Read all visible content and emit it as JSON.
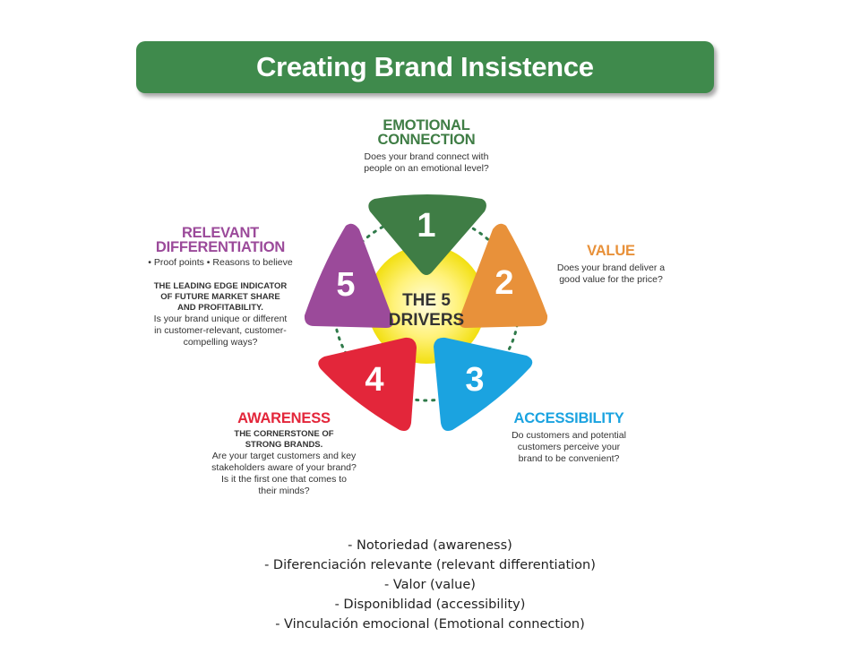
{
  "banner": {
    "title": "Creating Brand Insistence",
    "color": "#3f8a4c"
  },
  "center": {
    "line1": "THE 5",
    "line2": "DRIVERS"
  },
  "drivers": [
    {
      "number": "1",
      "color": "#3f7d45",
      "title_lines": [
        "EMOTIONAL",
        "CONNECTION"
      ],
      "desc_lines": [
        "Does your brand connect with",
        "people on an emotional level?"
      ]
    },
    {
      "number": "2",
      "color": "#e8913a",
      "title_lines": [
        "VALUE"
      ],
      "desc_lines": [
        "Does your brand deliver a",
        "good value for the price?"
      ]
    },
    {
      "number": "3",
      "color": "#1ba3e0",
      "title_lines": [
        "ACCESSIBILITY"
      ],
      "desc_lines": [
        "Do customers and potential",
        "customers perceive your",
        "brand to be convenient?"
      ]
    },
    {
      "number": "4",
      "color": "#e3263a",
      "title_lines": [
        "AWARENESS"
      ],
      "sub_lines": [
        "THE CORNERSTONE OF",
        "STRONG BRANDS."
      ],
      "desc_lines": [
        "Are your target customers and key",
        "stakeholders aware of your brand?",
        "Is it the first one that comes to",
        "their minds?"
      ]
    },
    {
      "number": "5",
      "color": "#9b4a9a",
      "title_lines": [
        "RELEVANT",
        "DIFFERENTIATION"
      ],
      "points": "• Proof points  • Reasons to believe",
      "sub_lines": [
        "THE LEADING EDGE INDICATOR",
        "OF FUTURE MARKET SHARE",
        "AND PROFITABILITY."
      ],
      "desc_lines": [
        "Is your brand unique or different",
        "in customer-relevant, customer-",
        "compelling ways?"
      ]
    }
  ],
  "caption_lines": [
    "- Notoriedad (awareness)",
    "- Diferenciación relevante (relevant differentiation)",
    "- Valor (value)",
    "- Disponiblidad (accessibility)",
    "- Vinculación emocional (Emotional connection)"
  ]
}
